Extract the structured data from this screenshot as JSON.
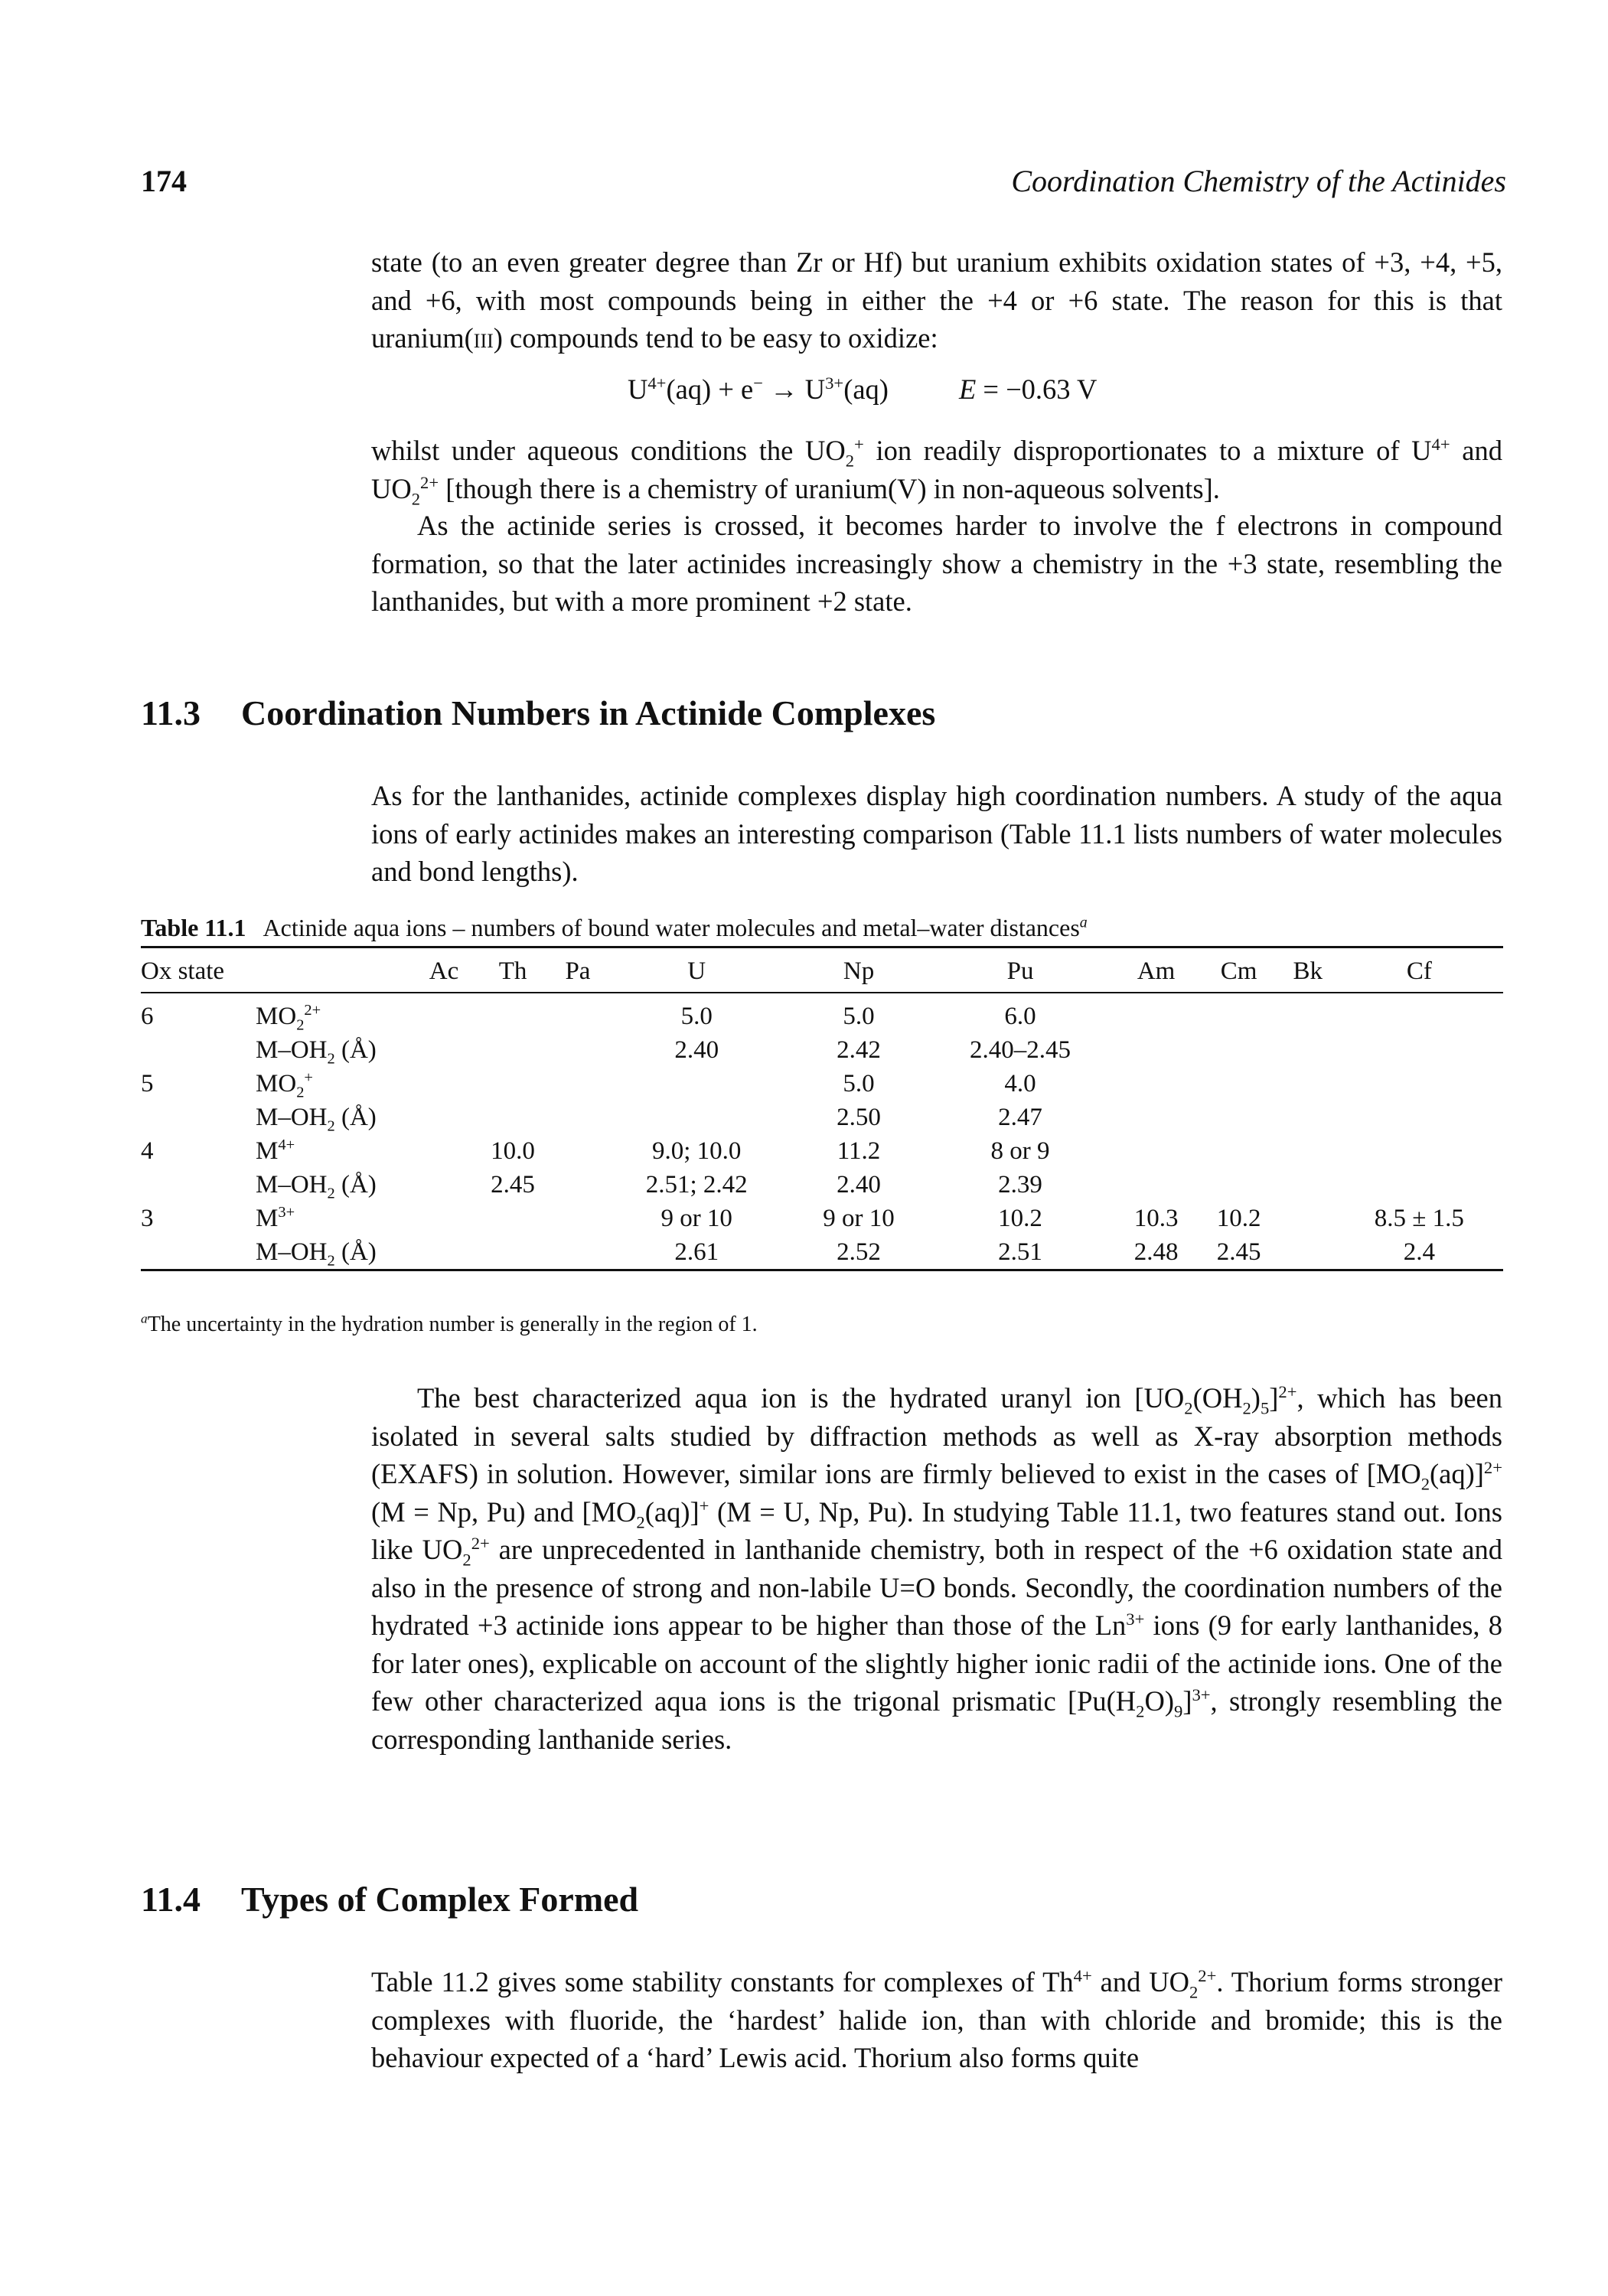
{
  "header": {
    "page_number": "174",
    "running_title": "Coordination Chemistry of the Actinides"
  },
  "intro": {
    "para1_html": "state (to an even greater degree than Zr or Hf) but uranium exhibits oxidation states of +3, +4, +5, and +6, with most compounds being in either the +4 or +6 state. The reason for this is that uranium(<span style=\"font-variant:small-caps\">iii</span>) compounds tend to be easy to oxidize:",
    "equation_html": "U<sup>4+</sup>(aq) + e<sup>−</sup> → U<sup>3+</sup>(aq)",
    "equation_potential_html": "<span class=\"it\">E</span> = −0.63 V",
    "para2_html": "whilst under aqueous conditions the UO<sub>2</sub><sup>+</sup> ion readily disproportionates to a mixture of U<sup>4+</sup> and UO<sub>2</sub><sup>2+</sup> [though there is a chemistry of uranium(V) in non-aqueous solvents].",
    "para3": "As the actinide series is crossed, it becomes harder to involve the f electrons in compound formation, so that the later actinides increasingly show a chemistry in the +3 state, resembling the lanthanides, but with a more prominent +2 state."
  },
  "section_11_3": {
    "number": "11.3",
    "title": "Coordination Numbers in Actinide Complexes",
    "para": "As for the lanthanides, actinide complexes display high coordination numbers. A study of the aqua ions of early actinides makes an interesting comparison (Table 11.1 lists numbers of water molecules and bond lengths)."
  },
  "table_11_1": {
    "label": "Table 11.1",
    "caption_html": "Actinide aqua ions – numbers of bound water molecules and metal–water distances<sup><i>a</i></sup>",
    "columns": [
      "Ox state",
      "",
      "Ac",
      "Th",
      "Pa",
      "U",
      "Np",
      "Pu",
      "Am",
      "Cm",
      "Bk",
      "Cf"
    ],
    "rows": [
      {
        "ox": "6",
        "label_html": "MO<sub>2</sub><sup>2+</sup>",
        "values": [
          "",
          "",
          "",
          "5.0",
          "5.0",
          "6.0",
          "",
          "",
          "",
          ""
        ]
      },
      {
        "ox": "",
        "label_html": "M–OH<sub>2</sub> (Å)",
        "values": [
          "",
          "",
          "",
          "2.40",
          "2.42",
          "2.40–2.45",
          "",
          "",
          "",
          ""
        ]
      },
      {
        "ox": "5",
        "label_html": "MO<sub>2</sub><sup>+</sup>",
        "values": [
          "",
          "",
          "",
          "",
          "5.0",
          "4.0",
          "",
          "",
          "",
          ""
        ]
      },
      {
        "ox": "",
        "label_html": "M–OH<sub>2</sub> (Å)",
        "values": [
          "",
          "",
          "",
          "",
          "2.50",
          "2.47",
          "",
          "",
          "",
          ""
        ]
      },
      {
        "ox": "4",
        "label_html": "M<sup>4+</sup>",
        "values": [
          "",
          "10.0",
          "",
          "9.0; 10.0",
          "11.2",
          "8 or 9",
          "",
          "",
          "",
          ""
        ]
      },
      {
        "ox": "",
        "label_html": "M–OH<sub>2</sub> (Å)",
        "values": [
          "",
          "2.45",
          "",
          "2.51; 2.42",
          "2.40",
          "2.39",
          "",
          "",
          "",
          ""
        ]
      },
      {
        "ox": "3",
        "label_html": "M<sup>3+</sup>",
        "values": [
          "",
          "",
          "",
          "9 or 10",
          "9 or 10",
          "10.2",
          "10.3",
          "10.2",
          "",
          "8.5 ± 1.5"
        ]
      },
      {
        "ox": "",
        "label_html": "M–OH<sub>2</sub> (Å)",
        "values": [
          "",
          "",
          "",
          "2.61",
          "2.52",
          "2.51",
          "2.48",
          "2.45",
          "",
          "2.4"
        ]
      }
    ],
    "footnote_html": "<sup><i>a</i></sup>The uncertainty in the hydration number is generally in the region of 1."
  },
  "after_table": {
    "para_html": "The best characterized aqua ion is the hydrated uranyl ion [UO<sub>2</sub>(OH<sub>2</sub>)<sub>5</sub>]<sup>2+</sup>, which has been isolated in several salts studied by diffraction methods as well as X-ray absorption methods (EXAFS) in solution. However, similar ions are firmly believed to exist in the cases of [MO<sub>2</sub>(aq)]<sup>2+</sup> (M = Np, Pu) and [MO<sub>2</sub>(aq)]<sup>+</sup> (M = U, Np, Pu). In studying Table 11.1, two features stand out. Ions like UO<sub>2</sub><sup>2+</sup> are unprecedented in lanthanide chemistry, both in respect of the +6 oxidation state and also in the presence of strong and non-labile U=O bonds. Secondly, the coordination numbers of the hydrated +3 actinide ions appear to be higher than those of the Ln<sup>3+</sup> ions (9 for early lanthanides, 8 for later ones), explicable on account of the slightly higher ionic radii of the actinide ions. One of the few other characterized aqua ions is the trigonal prismatic [Pu(H<sub>2</sub>O)<sub>9</sub>]<sup>3+</sup>, strongly resembling the corresponding lanthanide series."
  },
  "section_11_4": {
    "number": "11.4",
    "title": "Types of Complex Formed",
    "para_html": "Table 11.2 gives some stability constants for complexes of Th<sup>4+</sup> and UO<sub>2</sub><sup>2+</sup>. Thorium forms stronger complexes with fluoride, the ‘hardest’ halide ion, than with chloride and bromide; this is the behaviour expected of a ‘hard’ Lewis acid. Thorium also forms quite"
  }
}
